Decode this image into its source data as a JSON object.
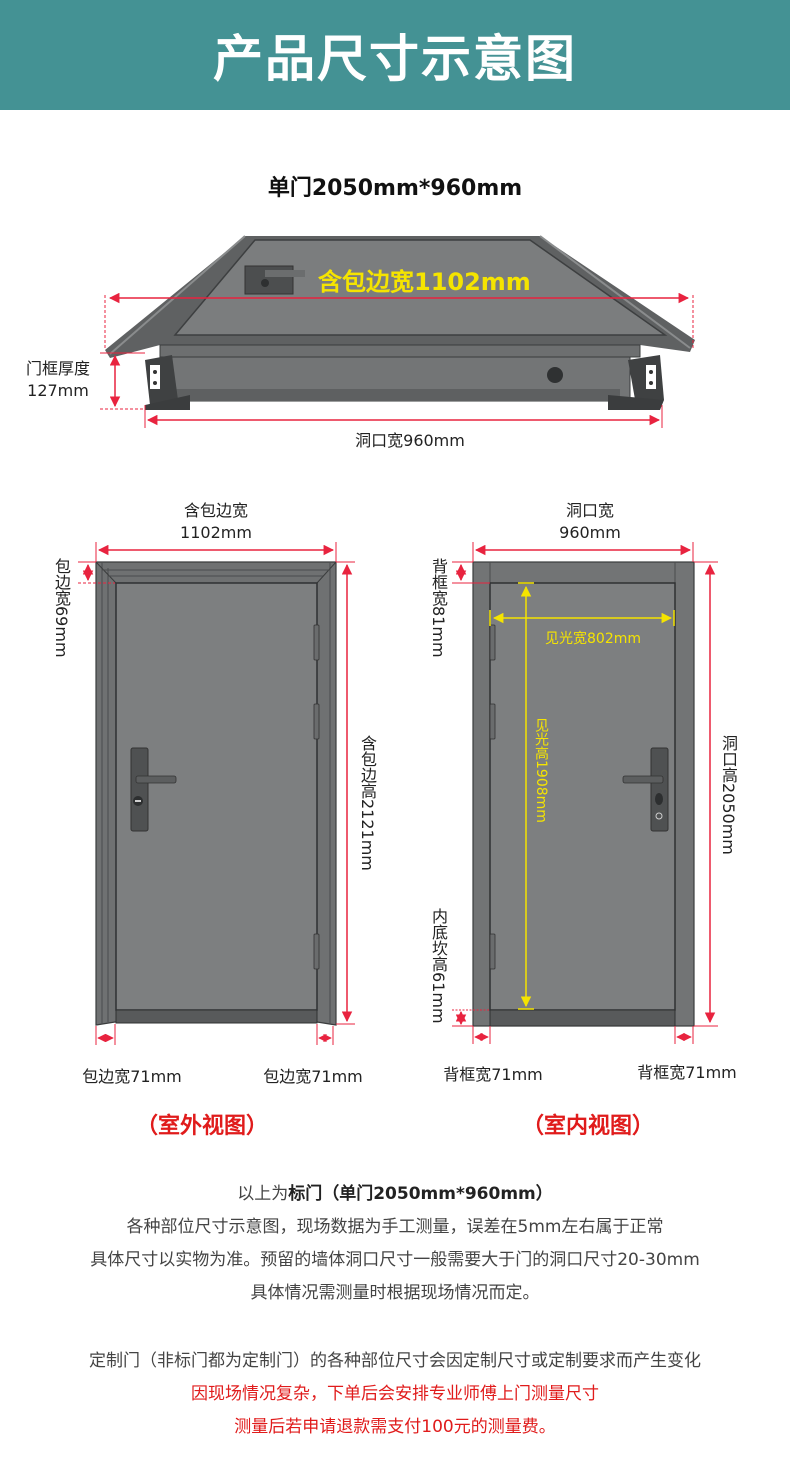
{
  "header": {
    "title": "产品尺寸示意图",
    "bg_color": "#449294"
  },
  "subtitle": "单门2050mm*960mm",
  "top_view": {
    "wrap_width_label": "含包边宽1102mm",
    "frame_thickness_label_line1": "门框厚度",
    "frame_thickness_label_line2": "127mm",
    "opening_width_label": "洞口宽960mm"
  },
  "outdoor_view": {
    "top_label_line1": "含包边宽",
    "top_label_line2": "1102mm",
    "left_label": "包边宽69mm",
    "right_label": "含包边高2121mm",
    "bottom_left_label": "包边宽71mm",
    "bottom_right_label": "包边宽71mm",
    "caption": "（室外视图）"
  },
  "indoor_view": {
    "top_label_line1": "洞口宽",
    "top_label_line2": "960mm",
    "left_top_label": "背框宽81mm",
    "left_bottom_label": "内底坎高61mm",
    "right_label": "洞口高2050mm",
    "visible_width_label": "见光宽802mm",
    "visible_height_label": "见光高1908mm",
    "bottom_left_label": "背框宽71mm",
    "bottom_right_label": "背框宽71mm",
    "caption": "（室内视图）"
  },
  "notes": {
    "line1_prefix": "以上为",
    "line1_bold": "标门（单门2050mm*960mm）",
    "line2": "各种部位尺寸示意图，现场数据为手工测量，误差在5mm左右属于正常",
    "line3": "具体尺寸以实物为准。预留的墙体洞口尺寸一般需要大于门的洞口尺寸20-30mm",
    "line4": "具体情况需测量时根据现场情况而定。",
    "line5": "定制门（非标门都为定制门）的各种部位尺寸会因定制尺寸或定制要求而产生变化",
    "line6_red": "因现场情况复杂，下单后会安排专业师傅上门测量尺寸",
    "line7_red": "测量后若申请退款需支付100元的测量费。"
  },
  "colors": {
    "dimension_red": "#e8233f",
    "visible_yellow": "#f5e400",
    "door_gray": "#7d7f80",
    "frame_dark": "#5a5c5d",
    "caption_red": "#e01b1b"
  }
}
